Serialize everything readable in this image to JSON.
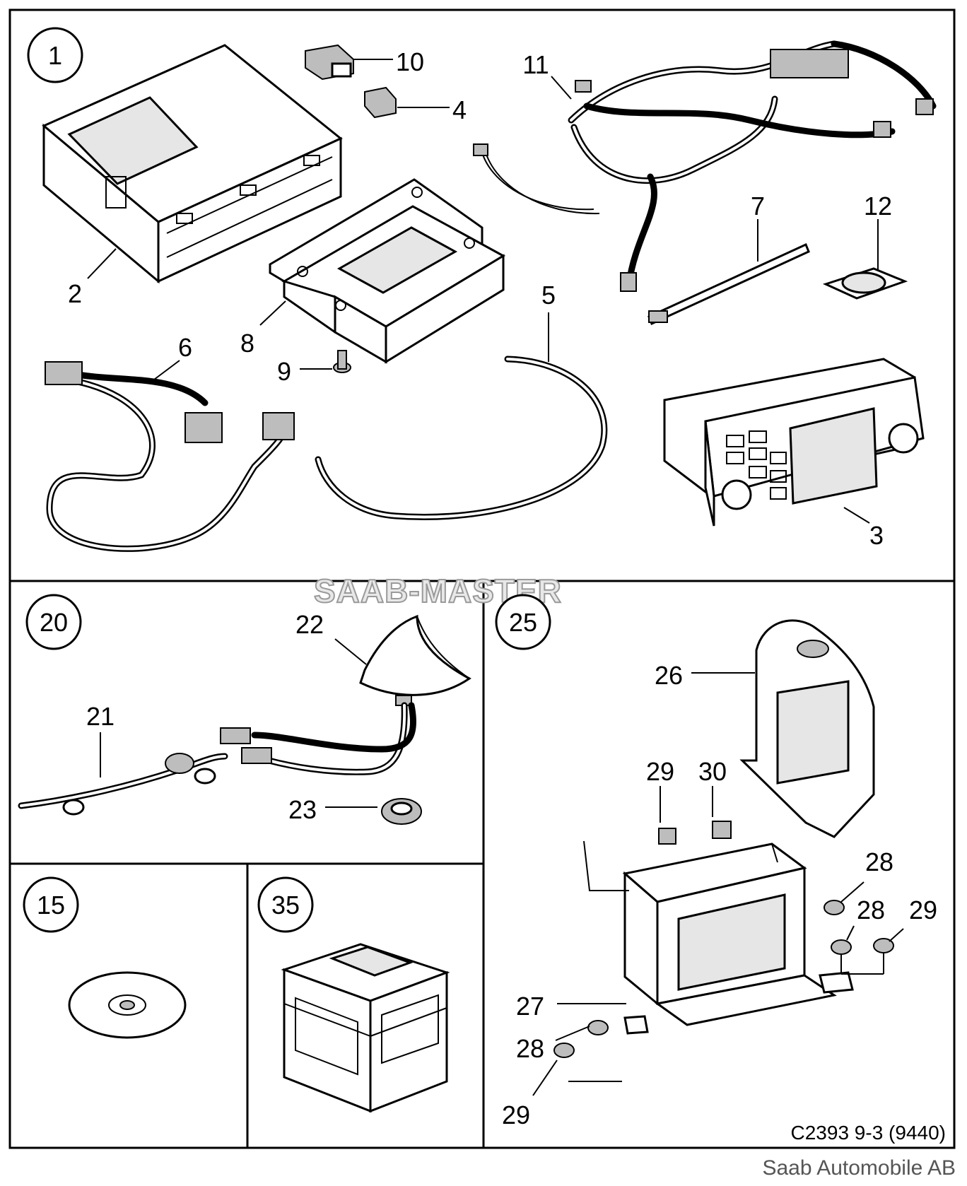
{
  "watermark": "SAAB-MASTER",
  "drawing_code": "C2393 9-3 (9440)",
  "copyright": "Saab Automobile AB",
  "groups": {
    "g1": "1",
    "g20": "20",
    "g25": "25",
    "g15": "15",
    "g35": "35"
  },
  "callouts": {
    "c2": "2",
    "c3": "3",
    "c4": "4",
    "c5": "5",
    "c6": "6",
    "c7": "7",
    "c8": "8",
    "c9": "9",
    "c10": "10",
    "c11": "11",
    "c12": "12",
    "c21": "21",
    "c22": "22",
    "c23": "23",
    "c26": "26",
    "c27": "27",
    "c28a": "28",
    "c28b": "28",
    "c28c": "28",
    "c29a": "29",
    "c29b": "29",
    "c29c": "29",
    "c30": "30"
  }
}
